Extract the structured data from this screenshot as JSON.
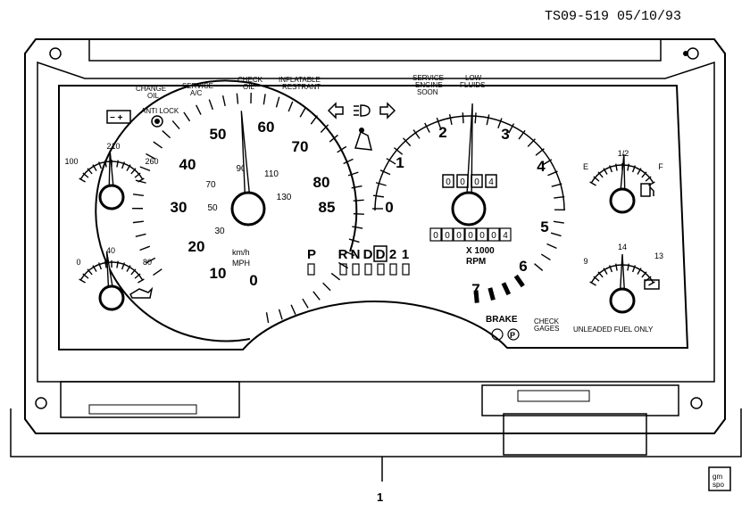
{
  "header": {
    "doc_id": "TS09-519 05/10/93"
  },
  "callout": {
    "number": "1"
  },
  "logo": {
    "line1": "gm",
    "line2": "spo"
  },
  "warnings": {
    "change_oil": [
      "CHANGE",
      "OIL"
    ],
    "service_ac": [
      "SERVICE",
      "A/C"
    ],
    "check_oil": [
      "CHECK",
      "OIL"
    ],
    "inflatable_restraint": [
      "INFLATABLE",
      "RESTRANT"
    ],
    "service_engine_soon": [
      "SERVICE",
      "ENGINE",
      "SOON"
    ],
    "low_fluids": [
      "LOW",
      "FLUIDS"
    ],
    "anti_lock": "ANTI LOCK"
  },
  "speedometer": {
    "mph_labels": [
      "0",
      "10",
      "20",
      "30",
      "40",
      "50",
      "60",
      "70",
      "80",
      "85"
    ],
    "kmh_labels": [
      "30",
      "50",
      "70",
      "90",
      "110",
      "130"
    ],
    "unit_kmh": "km/h",
    "unit_mph": "MPH"
  },
  "tachometer": {
    "labels": [
      "0",
      "1",
      "2",
      "3",
      "4",
      "5",
      "6",
      "7"
    ],
    "unit_line1": "X 1000",
    "unit_line2": "RPM",
    "trip_digits": [
      "0",
      "0",
      "0",
      "4"
    ],
    "odo_digits": [
      "0",
      "0",
      "0",
      "0",
      "0",
      "0",
      "4"
    ]
  },
  "gear": {
    "p_label": "P",
    "gears": [
      "R",
      "N",
      "D",
      "D",
      "2",
      "1"
    ],
    "selected_index": 3
  },
  "temp_gauge": {
    "labels": [
      "100",
      "210",
      "260"
    ]
  },
  "oil_gauge": {
    "labels": [
      "0",
      "40",
      "80"
    ]
  },
  "fuel_gauge": {
    "labels": [
      "E",
      "1/2",
      "F"
    ]
  },
  "volt_gauge": {
    "labels": [
      "9",
      "14",
      "13"
    ]
  },
  "bottom": {
    "brake": "BRAKE",
    "check_gages": [
      "CHECK",
      "GAGES"
    ],
    "unleaded": "UNLEADED FUEL ONLY",
    "park_symbol": "P"
  }
}
